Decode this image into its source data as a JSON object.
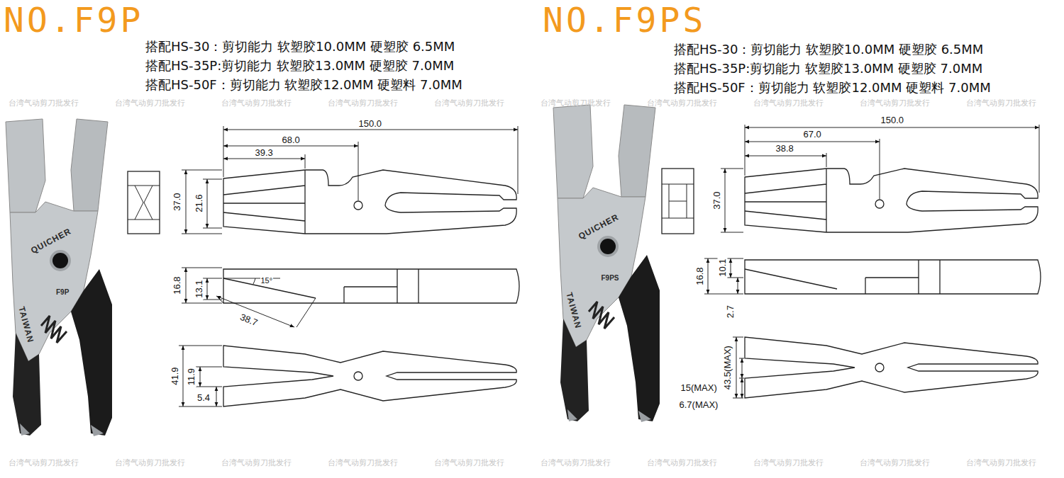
{
  "diagram": {
    "labels": [
      "NO.F9P",
      "搭配HS-30：剪切能力 软塑胶10.0MM 硬塑胶 6.5MM",
      "搭配HS-35P:剪切能力 软塑胶13.0MM 硬塑胶 7.0MM",
      "搭配HS-50F：剪切能力 软塑胶12.0MM 硬塑料 7.0MM",
      "150.0",
      "68.0",
      "39.3",
      "37.0",
      "21.6",
      "16.8",
      "13.1",
      "15°",
      "38.7",
      "41.9",
      "11.9",
      "5.4",
      "QUICHER",
      "F9P",
      "TAIWAN",
      "NO.F9PS",
      "搭配HS-30：剪切能力 软塑胶10.0MM 硬塑胶 6.5MM",
      "搭配HS-35P:剪切能力 软塑胶13.0MM 硬塑胶 7.0MM",
      "搭配HS-50F：剪切能力 软塑胶12.0MM 硬塑料 7.0MM",
      "150.0",
      "67.0",
      "38.8",
      "37.0",
      "16.8",
      "10.1",
      "2.7",
      "43.5(MAX)",
      "15(MAX)",
      "6.7(MAX)",
      "QUICHER",
      "F9PS",
      "TAIWAN",
      "台湾气动剪刀批发行",
      "台湾气动剪刀批发行",
      "台湾气动剪刀批发行",
      "台湾气动剪刀批发行",
      "台湾气动剪刀批发行",
      "台湾气动剪刀批发行",
      "台湾气动剪刀批发行",
      "台湾气动剪刀批发行",
      "台湾气动剪刀批发行",
      "台湾气动剪刀批发行",
      "台湾气动剪刀批发行",
      "台湾气动剪刀批发行",
      "台湾气动剪刀批发行",
      "台湾气动剪刀批发行",
      "台湾气动剪刀批发行",
      "台湾气动剪刀批发行",
      "台湾气动剪刀批发行",
      "台湾气动剪刀批发行",
      "台湾气动剪刀批发行",
      "台湾气动剪刀批发行"
    ]
  }
}
